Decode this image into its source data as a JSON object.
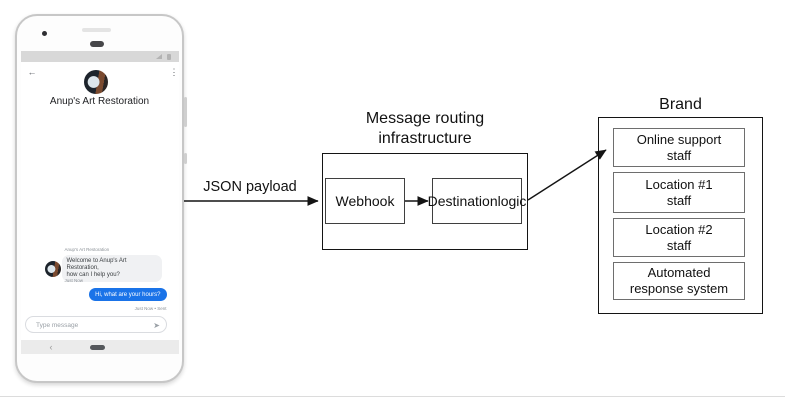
{
  "colors": {
    "outgoing_bubble": "#1a73e8",
    "incoming_bubble": "#f0f1f3",
    "diagram_line": "#141414"
  },
  "phone": {
    "header": {
      "back_icon": "←",
      "menu_icon": "⋮",
      "title": "Anup's Art Restoration"
    },
    "chat": {
      "sender_label": "Anup's Art Restoration",
      "incoming": {
        "lines": [
          "Welcome to Anup's Art Restoration,",
          "how can I help you?"
        ],
        "timestamp": "Just Now"
      },
      "outgoing": {
        "text": "Hi, what are your hours?",
        "timestamp": "Just Now • Sent"
      }
    },
    "composer": {
      "placeholder": "Type message",
      "send_icon": "➤"
    },
    "navbar": {
      "back_icon": "‹"
    }
  },
  "diagram": {
    "payload_label": "JSON payload",
    "routing": {
      "title_lines": [
        "Message routing",
        "infrastructure"
      ],
      "webhook_label": "Webhook",
      "destination_lines": [
        "Destination",
        "logic"
      ]
    },
    "brand": {
      "title": "Brand",
      "boxes": [
        {
          "lines": [
            "Online support",
            "staff"
          ]
        },
        {
          "lines": [
            "Location #1",
            "staff"
          ]
        },
        {
          "lines": [
            "Location #2",
            "staff"
          ]
        },
        {
          "lines": [
            "Automated",
            "response system"
          ]
        }
      ]
    }
  }
}
